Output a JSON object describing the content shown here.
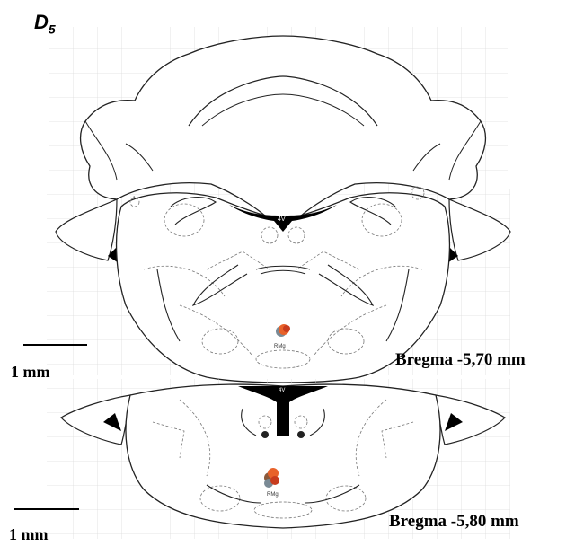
{
  "panel": {
    "letter": "D",
    "subscript": "5"
  },
  "sections": [
    {
      "bregma_label": "Bregma -5,70 mm",
      "scale_label": "1 mm",
      "region_label": "RMg",
      "ventricle_label": "4V"
    },
    {
      "bregma_label": "Bregma -5,80 mm",
      "scale_label": "1 mm",
      "region_label": "RMg",
      "ventricle_label": "4V"
    }
  ],
  "colors": {
    "marker_orange": "#e8622a",
    "marker_red": "#c83c1e",
    "marker_brown": "#8b5a3c",
    "marker_gray": "#7a8a95",
    "ink": "#000000",
    "grid": "#d9d9d9"
  }
}
